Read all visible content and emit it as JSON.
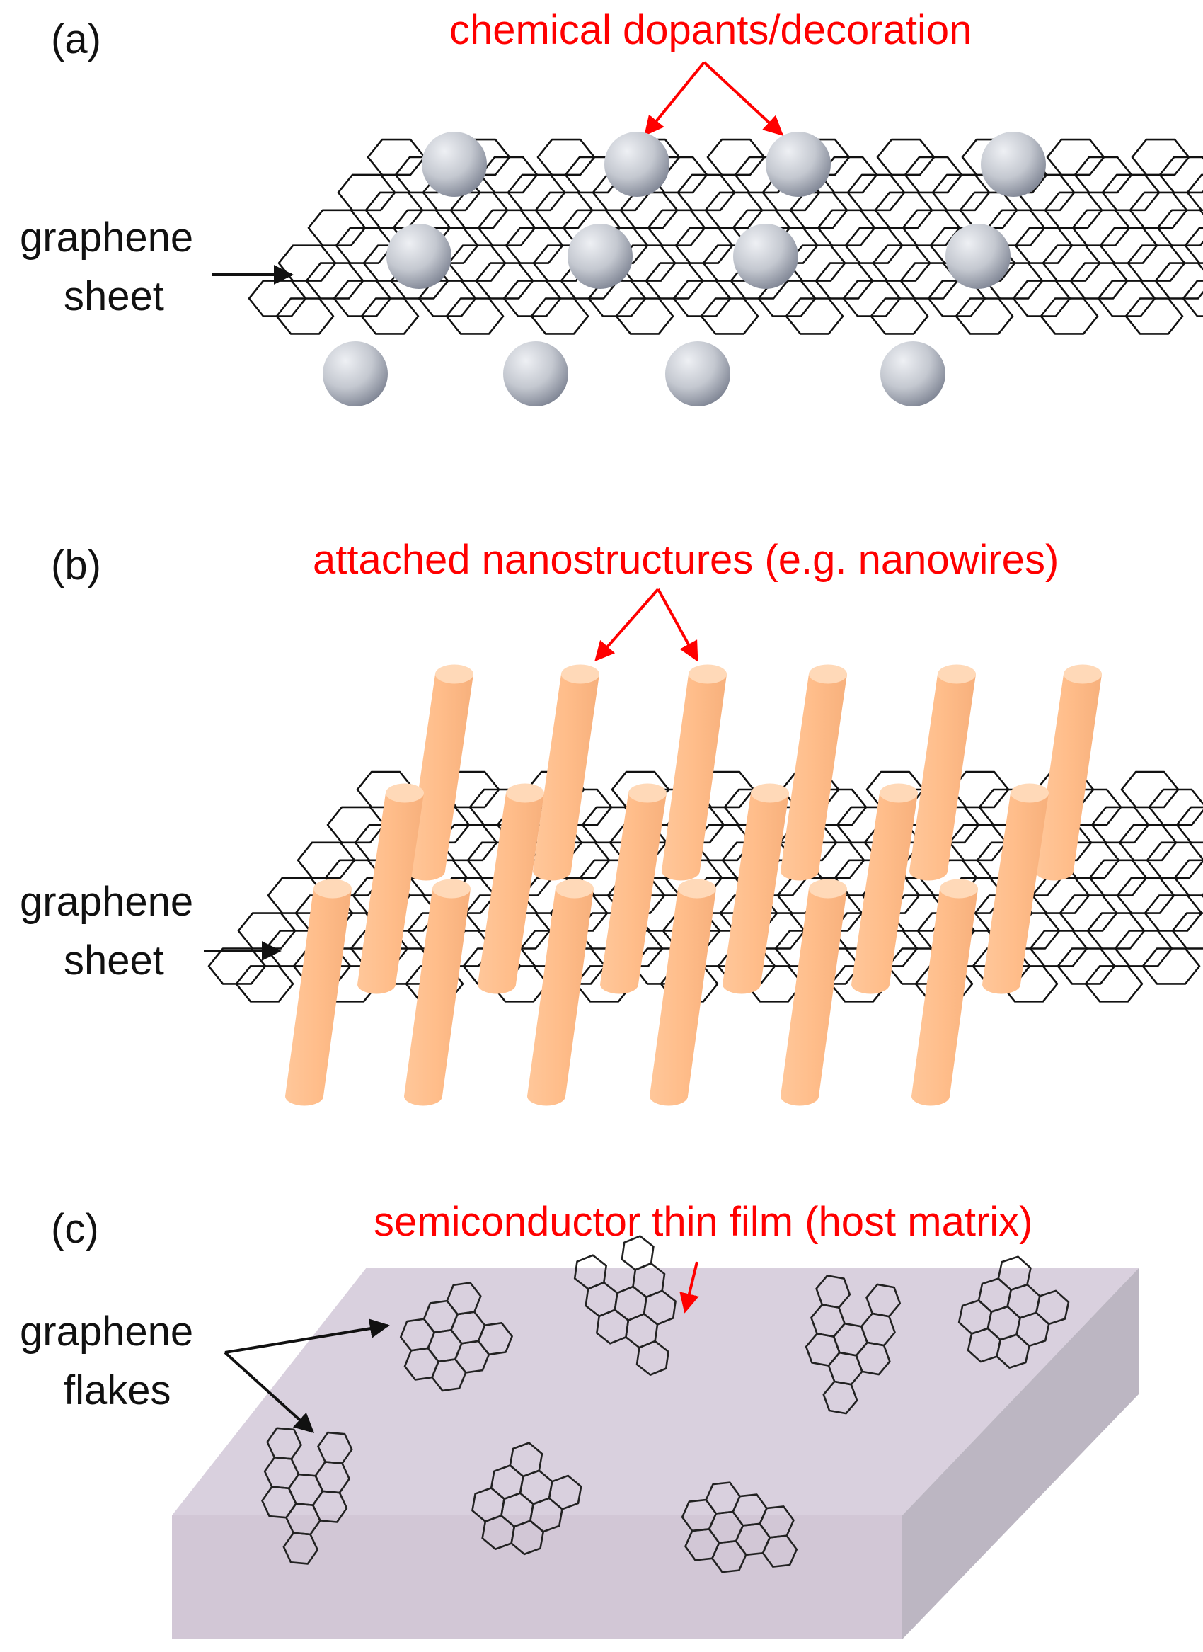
{
  "panels": {
    "a": {
      "tag": "(a)",
      "annotation": "chemical dopants/decoration",
      "substrate_label": [
        "graphene",
        "sheet"
      ]
    },
    "b": {
      "tag": "(b)",
      "annotation": "attached nanostructures (e.g. nanowires)",
      "substrate_label": [
        "graphene",
        "sheet"
      ]
    },
    "c": {
      "tag": "(c)",
      "annotation": "semiconductor thin film (host matrix)",
      "flake_label": [
        "graphene",
        "flakes"
      ]
    }
  },
  "colors": {
    "annotation_red": "#ff0000",
    "lattice": "#111111",
    "dopant": "#b8bcc6",
    "nanowire": "#ffbf8c",
    "nanowire_top": "#ffd9b8",
    "film_top": "#d9d0de",
    "film_front": "#d2c7d6",
    "film_side": "#bcb6c2"
  }
}
